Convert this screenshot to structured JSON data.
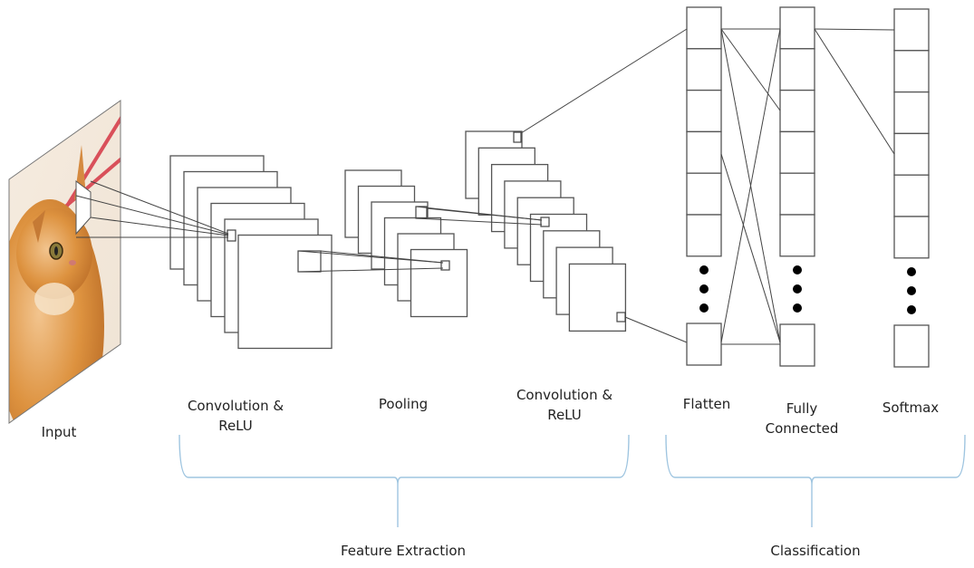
{
  "diagram": {
    "title": "CNN architecture",
    "colors": {
      "box_stroke": "#555555",
      "connector": "#444444",
      "brace": "#9fc5e0",
      "text": "#222222",
      "cat_fur": "#d9893a",
      "cat_fur_light": "#f0c48c",
      "background_stripe": "#d9505a",
      "dot": "#000000"
    },
    "input": {
      "label": "Input",
      "image_description": "orange tabby cat"
    },
    "stages": [
      {
        "id": "conv1",
        "line1": "Convolution &",
        "line2": "ReLU",
        "feature_maps": 6
      },
      {
        "id": "pool",
        "line1": "Pooling",
        "line2": "",
        "feature_maps": 6
      },
      {
        "id": "conv2",
        "line1": "Convolution &",
        "line2": "ReLU",
        "feature_maps": 9
      },
      {
        "id": "flatten",
        "line1": "Flatten",
        "line2": "",
        "visible_units": 7
      },
      {
        "id": "fc",
        "line1": "Fully",
        "line2": "Connected",
        "visible_units": 7
      },
      {
        "id": "softmax",
        "line1": "Softmax",
        "line2": "",
        "visible_units": 7
      }
    ],
    "groups": [
      {
        "id": "feature-extraction",
        "label": "Feature Extraction"
      },
      {
        "id": "classification",
        "label": "Classification"
      }
    ]
  }
}
